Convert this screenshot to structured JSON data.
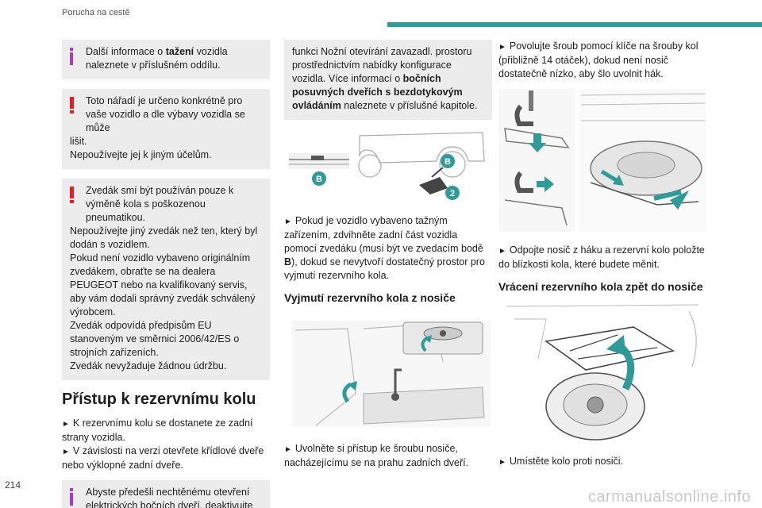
{
  "header": {
    "title": "Porucha na cestě"
  },
  "page_number": "214",
  "watermark": "carmanualsonline.info",
  "col1": {
    "note1": {
      "pre": "Další informace o ",
      "bold": "tažení",
      "post": " vozidla naleznete v příslušném oddílu."
    },
    "warn1": {
      "first": "Toto nářadí je určeno konkrétně pro vaše vozidlo a dle výbavy vozidla se může",
      "rest1": "lišit.",
      "rest2": "Nepoužívejte jej k jiným účelům."
    },
    "warn2": {
      "first": "Zvedák smí být používán pouze k výměně kola s poškozenou pneumatikou.",
      "l1": "Nepoužívejte jiný zvedák než ten, který byl dodán s vozidlem.",
      "l2": "Pokud není vozidlo vybaveno originálním zvedákem, obraťte se na dealera PEUGEOT nebo na kvalifikovaný servis, aby vám dodali správný zvedák schválený výrobcem.",
      "l3": "Zvedák odpovídá předpisům EU stanoveným ve směrnici 2006/42/ES o strojních zařízeních.",
      "l4": "Zvedák nevyžaduje žádnou údržbu."
    },
    "heading": "Přístup k rezervnímu kolu",
    "step1": "K rezervnímu kolu se dostanete ze zadní strany vozidla.",
    "step2": "V závislosti na verzi otevřete křídlové dveře nebo výklopné zadní dveře.",
    "note2": "Abyste předešli nechtěnému otevření elektrických bočních dveří, deaktivujte"
  },
  "col2": {
    "cont": {
      "pre": "funkci Nožní otevírání zavazadl. prostoru prostřednictvím nabídky konfigurace vozidla. Více informací o ",
      "bold": "bočních posuvných dveřích s bezdotykovým ovládáním",
      "post": " naleznete v příslušné kapitole."
    },
    "fig1": {
      "badge_b": "B",
      "badge_2": "2"
    },
    "step1": {
      "pre": "Pokud je vozidlo vybaveno tažným zařízením, zdvihněte zadní část vozidla pomocí zvedáku (musí být ve zvedacím bodě ",
      "bold": "B",
      "post": "), dokud se nevytvoří dostatečný prostor pro vyjmutí rezervního kola."
    },
    "heading": "Vyjmutí rezervního kola z nosiče",
    "step2": "Uvolněte si přístup ke šroubu nosiče, nacházejícímu se na prahu zadních dveří."
  },
  "col3": {
    "step1": "Povolujte šroub pomocí klíče na šrouby kol (přibližně 14 otáček), dokud není nosič dostatečně nízko, aby šlo uvolnit hák.",
    "step2": "Odpojte nosič z háku a rezervní kolo položte do blízkosti kola, které budete měnit.",
    "heading": "Vrácení rezervního kola zpět do nosiče",
    "step3": "Umístěte kolo proti nosiči."
  },
  "colors": {
    "accent": "#2f9a98",
    "info": "#a93bbf",
    "warning": "#e0202a",
    "box": "#ececec"
  }
}
